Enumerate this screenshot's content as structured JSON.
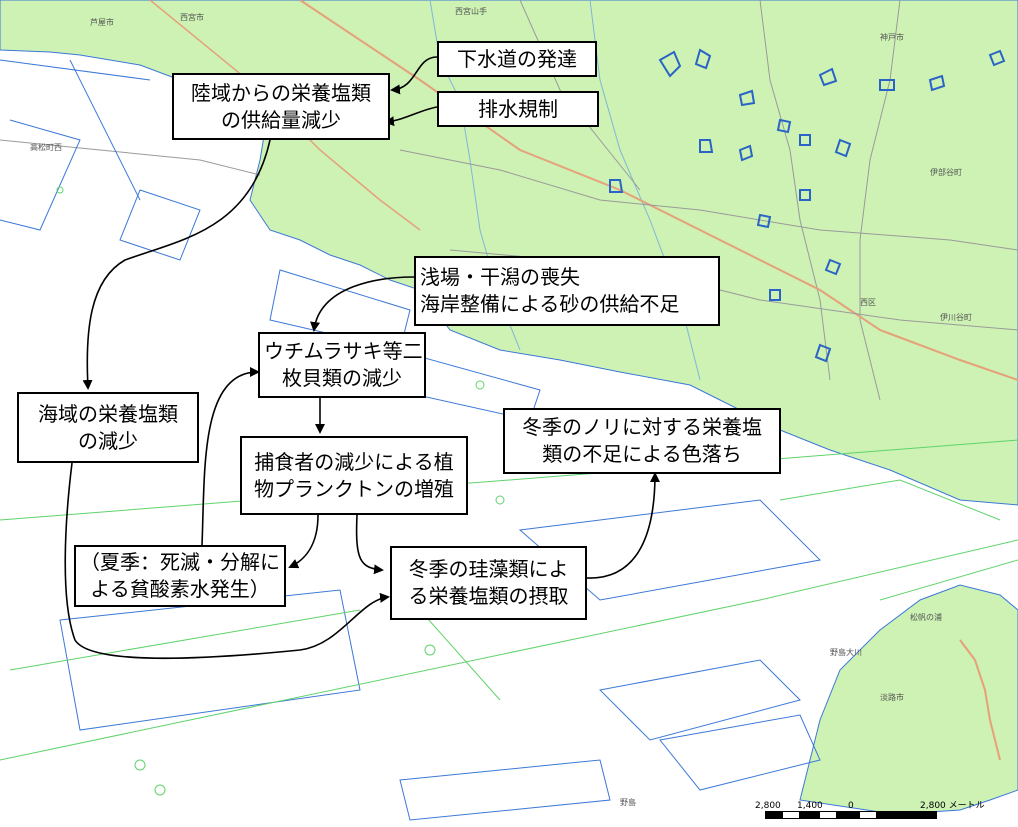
{
  "diagram": {
    "boxes": {
      "sewer": "下水道の発達",
      "drainage": "排水規制",
      "land_supply": [
        "陸域からの栄養塩類",
        "の供給量減少"
      ],
      "shallows": [
        "浅場・干潟の喪失",
        "海岸整備による砂の供給不足"
      ],
      "bivalves": [
        "ウチムラサキ等二",
        "枚貝類の減少"
      ],
      "sea_nutrients": [
        "海域の栄養塩類",
        "の減少"
      ],
      "predators": [
        "捕食者の減少による植",
        "物プランクトンの増殖"
      ],
      "nori": [
        "冬季のノリに対する栄養塩",
        "類の不足による色落ち"
      ],
      "summer": [
        "（夏季：死滅・分解に",
        "よる貧酸素水発生）"
      ],
      "diatoms": [
        "冬季の珪藻類によ",
        "る栄養塩類の摂取"
      ]
    }
  },
  "map": {
    "scale_labels": [
      "2,800",
      "1,400",
      "0",
      "2,800 メートル"
    ],
    "colors": {
      "land": "#cdf2b4",
      "sea": "#ffffff",
      "blue_line": "#3c78d8",
      "green_line": "#5fd36a",
      "river": "#7fb6d9",
      "road": "#e6a07a"
    }
  }
}
